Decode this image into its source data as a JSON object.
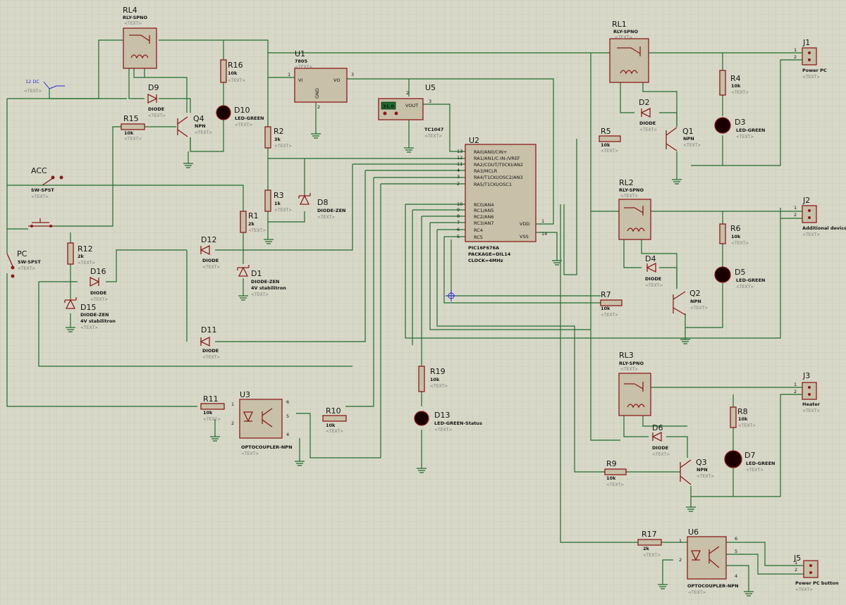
{
  "placeholder": "<TEXT>",
  "colors": {
    "wire": "#1e6b2c",
    "component": "#8b1c1c",
    "grid": "#c9c9b6",
    "background": "#d8d8c8",
    "terminal": "#2a2ad0"
  },
  "power": {
    "name": "12 DC"
  },
  "relays": {
    "rl4": {
      "name": "RL4",
      "value": "RLY-SPNO"
    },
    "rl1": {
      "name": "RL1",
      "value": "RLY-SPNO"
    },
    "rl2": {
      "name": "RL2",
      "value": "RLY-SPNO"
    },
    "rl3": {
      "name": "RL3",
      "value": "RLY-SPNO"
    }
  },
  "resistors": {
    "r1": {
      "name": "R1",
      "value": "2k"
    },
    "r2": {
      "name": "R2",
      "value": "3k"
    },
    "r3": {
      "name": "R3",
      "value": "1k"
    },
    "r4": {
      "name": "R4",
      "value": "10k"
    },
    "r5": {
      "name": "R5",
      "value": "10k"
    },
    "r6": {
      "name": "R6",
      "value": "10k"
    },
    "r7": {
      "name": "R7",
      "value": "10k"
    },
    "r8": {
      "name": "R8",
      "value": "10k"
    },
    "r9": {
      "name": "R9",
      "value": "10k"
    },
    "r10": {
      "name": "R10",
      "value": "10k"
    },
    "r11": {
      "name": "R11",
      "value": "10k"
    },
    "r12": {
      "name": "R12",
      "value": "2k"
    },
    "r15": {
      "name": "R15",
      "value": "10k"
    },
    "r16": {
      "name": "R16",
      "value": "10k"
    },
    "r17": {
      "name": "R17",
      "value": "2k"
    },
    "r19": {
      "name": "R19",
      "value": "10k"
    }
  },
  "diodes": {
    "d1": {
      "name": "D1",
      "value": "DIODE-ZEN",
      "note": "4V stabilitron"
    },
    "d2": {
      "name": "D2",
      "value": "DIODE"
    },
    "d4": {
      "name": "D4",
      "value": "DIODE"
    },
    "d6": {
      "name": "D6",
      "value": "DIODE"
    },
    "d8": {
      "name": "D8",
      "value": "DIODE-ZEN"
    },
    "d9": {
      "name": "D9",
      "value": "DIODE"
    },
    "d11": {
      "name": "D11",
      "value": "DIODE"
    },
    "d12": {
      "name": "D12",
      "value": "DIODE"
    },
    "d15": {
      "name": "D15",
      "value": "DIODE-ZEN",
      "note": "4V stabilitron"
    },
    "d16": {
      "name": "D16",
      "value": "DIODE"
    }
  },
  "leds": {
    "d3": {
      "name": "D3",
      "value": "LED-GREEN"
    },
    "d5": {
      "name": "D5",
      "value": "LED-GREEN"
    },
    "d7": {
      "name": "D7",
      "value": "LED-GREEN"
    },
    "d10": {
      "name": "D10",
      "value": "LED-GREEN"
    },
    "d13": {
      "name": "D13",
      "value": "LED-GREEN-Status"
    }
  },
  "transistors": {
    "q1": {
      "name": "Q1",
      "value": "NPN"
    },
    "q2": {
      "name": "Q2",
      "value": "NPN"
    },
    "q3": {
      "name": "Q3",
      "value": "NPN"
    },
    "q4": {
      "name": "Q4",
      "value": "NPN"
    }
  },
  "switches": {
    "acc": {
      "name": "ACC",
      "value": "SW-SPST"
    },
    "pc": {
      "name": "PC",
      "value": "SW-SPST"
    }
  },
  "regulator": {
    "name": "U1",
    "value": "7805",
    "pin_vi": "VI",
    "pin_vo": "VO",
    "pin_gnd": "GND",
    "pin1": "1",
    "pin2": "2",
    "pin3": "3"
  },
  "sensor": {
    "name": "U5",
    "value": "TC1047",
    "display": "31.0",
    "pin_vout": "VOUT",
    "pin2": "2",
    "pin3": "3"
  },
  "mcu": {
    "name": "U2",
    "part": "PIC16F676A",
    "package": "PACKAGE=DIL14",
    "clock": "CLOCK=4MHz",
    "left_pins": [
      {
        "num": "13",
        "label": "RA0/AN0/CIN+"
      },
      {
        "num": "12",
        "label": "RA1/AN1/C-IN-/VREF"
      },
      {
        "num": "11",
        "label": "RA2/COUT/T0CKI/AN2"
      },
      {
        "num": "4",
        "label": "RA3/MCLR"
      },
      {
        "num": "3",
        "label": "RA4/T1CKI/OSC2/AN3"
      },
      {
        "num": "2",
        "label": "RA5/T1CKI/OSC1"
      },
      {
        "num": "10",
        "label": "RC0/AN4"
      },
      {
        "num": "9",
        "label": "RC1/AN5"
      },
      {
        "num": "8",
        "label": "RC2/AN6"
      },
      {
        "num": "7",
        "label": "RC3/AN7"
      },
      {
        "num": "6",
        "label": "RC4"
      },
      {
        "num": "5",
        "label": "RC5"
      }
    ],
    "vdd": {
      "num": "1",
      "label": "VDD"
    },
    "vss": {
      "num": "14",
      "label": "VSS"
    }
  },
  "optocouplers": {
    "u3": {
      "name": "U3",
      "value": "OPTOCOUPLER-NPN",
      "p1": "1",
      "p2": "2",
      "p4": "4",
      "p5": "5",
      "p6": "6"
    },
    "u6": {
      "name": "U6",
      "value": "OPTOCOUPLER-NPN",
      "p1": "1",
      "p2": "2",
      "p4": "4",
      "p5": "5",
      "p6": "6"
    }
  },
  "connectors": {
    "j1": {
      "name": "J1",
      "value": "Power PC",
      "p1": "1",
      "p2": "2"
    },
    "j2": {
      "name": "J2",
      "value": "Additional devices",
      "p1": "1",
      "p2": "2"
    },
    "j3": {
      "name": "J3",
      "value": "Heater",
      "p1": "1",
      "p2": "2"
    },
    "j5": {
      "name": "J5",
      "value": "Power PC button",
      "p1": "1",
      "p2": "2"
    }
  }
}
